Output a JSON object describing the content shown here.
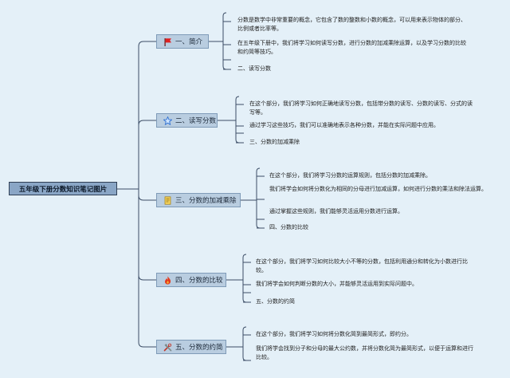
{
  "root": {
    "label": "五年级下册分数知识笔记图片"
  },
  "branches": [
    {
      "label": "一、简介",
      "icon": "red-flag-icon",
      "leaves": [
        "分数是数学中非常重要的概念，它包含了数的整数和小数的概念，可以用来表示物体的部分、比例或者比率等。",
        "在五年级下册中，我们将学习如何读写分数，进行分数的加减乘除运算，以及学习分数的比较和约简等技巧。",
        "二、读写分数"
      ]
    },
    {
      "label": "二、读写分数",
      "icon": "blue-star-icon",
      "leaves": [
        "在这个部分，我们将学习如何正确地读写分数，包括带分数的读写、分数的读写、分式的读写等。",
        "通过学习这些技巧，我们可以准确地表示各种分数，并能在实际问题中应用。",
        "三、分数的加减乘除"
      ]
    },
    {
      "label": "三、分数的加减乘除",
      "icon": "document-icon",
      "leaves": [
        "在这个部分，我们将学习分数的运算规则，包括分数的加减乘除。",
        "我们将学会如何将分数化为相同的分母进行加减运算，如何进行分数的乘法和除法运算。",
        "通过掌握这些规则，我们能够灵活运用分数进行运算。",
        "四、分数的比较"
      ]
    },
    {
      "label": "四、分数的比较",
      "icon": "fire-icon",
      "leaves": [
        "在这个部分，我们将学习如何比较大小不等的分数，包括利用通分和转化为小数进行比较。",
        "我们将学会如何判断分数的大小，并能够灵活运用到实际问题中。",
        "五、分数的约简"
      ]
    },
    {
      "label": "五、分数的约简",
      "icon": "tools-icon",
      "leaves": [
        "在这个部分，我们将学习如何将分数化简到最简形式，即约分。",
        "我们将学会找到分子和分母的最大公约数，并将分数化简为最简形式，以便于运算和进行比较。"
      ]
    }
  ]
}
